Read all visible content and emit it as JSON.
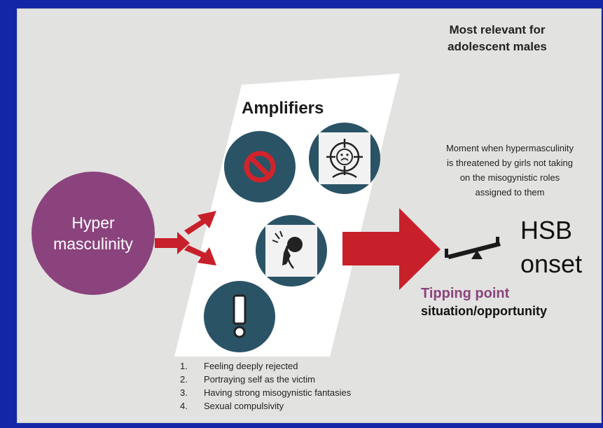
{
  "note": {
    "line1": "Most relevant for",
    "line2": "adolescent males"
  },
  "hyper": {
    "line1": "Hyper",
    "line2": "masculinity"
  },
  "amplifiers": {
    "title": "Amplifiers"
  },
  "description": {
    "line1": "Moment when hypermasculinity",
    "line2": "is threatened by girls not taking",
    "line3": "on the misogynistic roles",
    "line4": "assigned to them"
  },
  "outcome": {
    "line1": "HSB",
    "line2": "onset"
  },
  "tipping": {
    "title": "Tipping point",
    "subtitle": "situation/opportunity"
  },
  "list": [
    {
      "num": "1.",
      "text": "Feeling deeply rejected"
    },
    {
      "num": "2.",
      "text": "Portraying self as the victim"
    },
    {
      "num": "3.",
      "text": "Having strong misogynistic fantasies"
    },
    {
      "num": "4.",
      "text": "Sexual compulsivity"
    }
  ],
  "colors": {
    "background": "#1327a6",
    "panel": "#e2e2e0",
    "hyper": "#8b437d",
    "icon_circle": "#2a5366",
    "arrow": "#c8202a"
  },
  "icons": [
    "prohibited-icon",
    "target-sad-face-icon",
    "distressed-person-icon",
    "exclamation-icon",
    "seesaw-icon"
  ]
}
